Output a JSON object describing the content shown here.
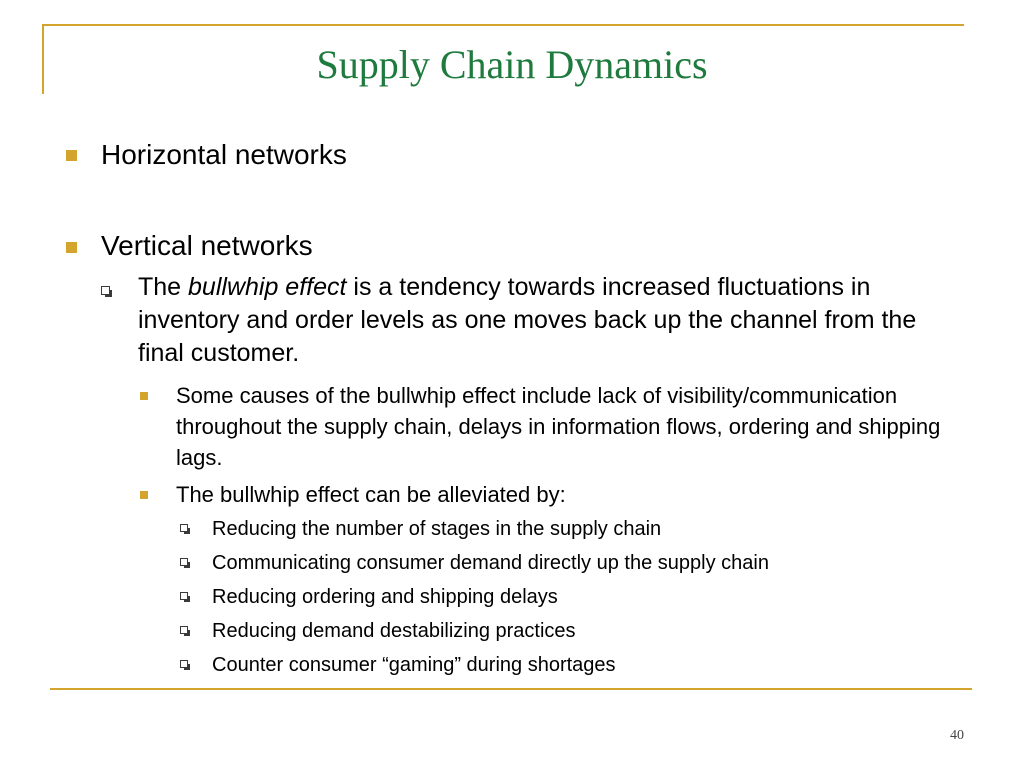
{
  "slide": {
    "title": "Supply Chain Dynamics",
    "page_number": "40",
    "accent_color": "#d4a52c",
    "title_color": "#1f7a3e",
    "bullets": {
      "horizontal_networks": "Horizontal networks",
      "vertical_networks": "Vertical networks",
      "bullwhip_intro": "The ",
      "bullwhip_term": "bullwhip effect",
      "bullwhip_rest": " is a tendency towards increased fluctuations in inventory and order levels as one moves back up the channel from the final customer.",
      "causes": "Some causes of the bullwhip effect include lack of visibility/communication throughout the supply chain, delays in information flows, ordering and shipping lags.",
      "alleviated": "The bullwhip effect can be alleviated by:",
      "remedies": [
        "Reducing the number of stages in the supply chain",
        "Communicating consumer demand directly up the supply chain",
        "Reducing ordering and shipping delays",
        "Reducing demand destabilizing practices",
        "Counter consumer “gaming” during shortages"
      ]
    }
  }
}
